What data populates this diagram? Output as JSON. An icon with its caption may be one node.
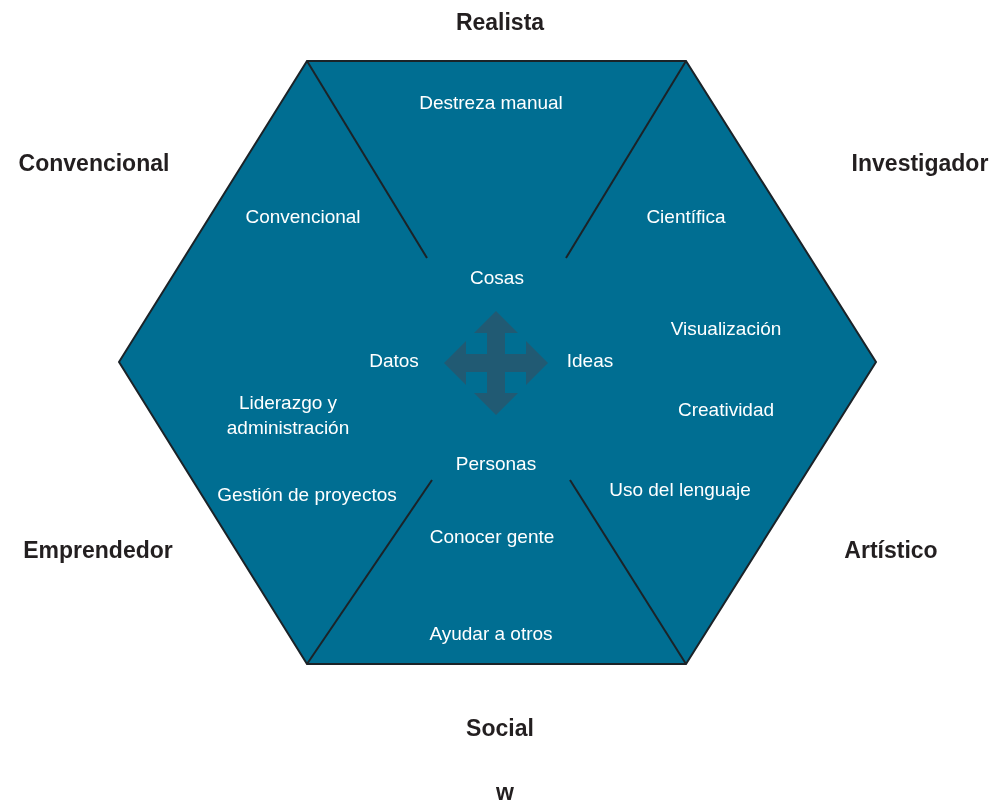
{
  "diagram": {
    "nodes": [
      {
        "text": [
          "Destreza manual",
          "Convencional",
          "Científica",
          "Cosas",
          "Datos",
          "Ideas",
          "Visualización",
          "Creatividad",
          "Liderazgo y administración",
          "Personas",
          "Gestión de proyectos",
          "Uso del lenguaje",
          "Conocer gente",
          "Ayudar a otros"
        ]
      }
    ],
    "labels": [
      "Realista",
      "Convencional",
      "Investigador",
      "Emprendedor",
      "Artístico",
      "Social",
      "w"
    ]
  }
}
